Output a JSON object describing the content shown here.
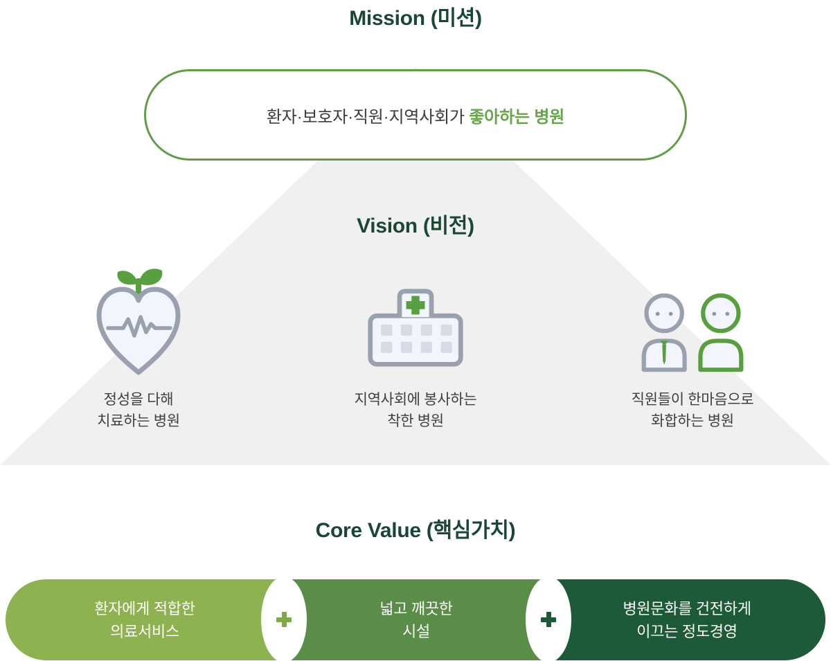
{
  "colors": {
    "title_green": "#1a4733",
    "pill_border_green": "#5f9e45",
    "statement_text": "#3b3b3b",
    "highlight_green": "#66a649",
    "triangle_gray": "#f0f0f0",
    "caption_text": "#3e3e3e",
    "icon_outline_gray": "#9aa1ae",
    "icon_fill_light": "#f2f6fc",
    "icon_accent_green": "#58a03f",
    "window_fill": "#d6dbe6",
    "eye_gray": "#8f97a6"
  },
  "mission": {
    "title": "Mission (미션)",
    "statement_prefix": "환자·보호자·직원·지역사회가 ",
    "statement_highlight": "좋아하는 병원"
  },
  "vision": {
    "title": "Vision (비전)",
    "items": [
      {
        "icon": "heart-sprout-icon",
        "line1": "정성을 다해",
        "line2": "치료하는 병원"
      },
      {
        "icon": "hospital-icon",
        "line1": "지역사회에 봉사하는",
        "line2": "착한 병원"
      },
      {
        "icon": "people-icon",
        "line1": "직원들이 한마음으로",
        "line2": "화합하는 병원"
      }
    ]
  },
  "core_value": {
    "title": "Core Value (핵심가치)",
    "items": [
      {
        "line1": "환자에게 적합한",
        "line2": "의료서비스",
        "color": "#8db24f"
      },
      {
        "line1": "넓고 깨끗한",
        "line2": "시설",
        "color": "#5a8e48"
      },
      {
        "line1": "병원문화를 건전하게",
        "line2": "이끄는 정도경영",
        "color": "#1c5a38"
      }
    ],
    "plus_colors": [
      "#7fa945",
      "#1c5a38"
    ]
  }
}
